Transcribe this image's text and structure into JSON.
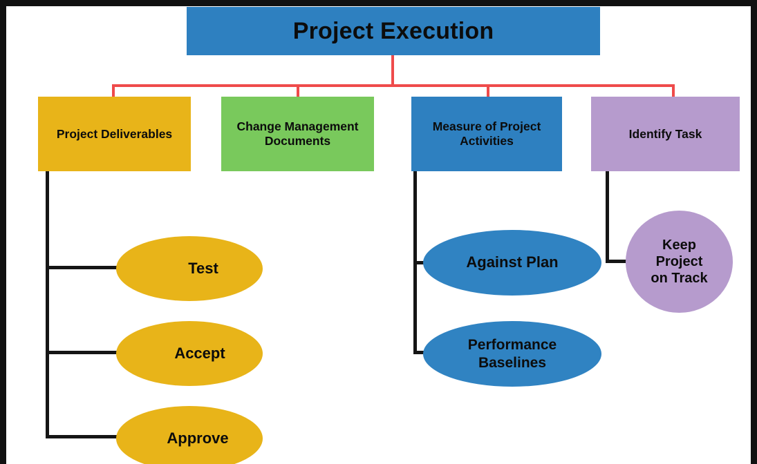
{
  "diagram": {
    "root": {
      "label": "Project Execution",
      "color": "#2e80c0"
    },
    "branches": [
      {
        "label": "Project Deliverables",
        "color": "#e8b419",
        "connector_color": "#ef4b4b",
        "children": [
          {
            "label": "Test",
            "shape": "ellipse",
            "color": "#e8b419"
          },
          {
            "label": "Accept",
            "shape": "ellipse",
            "color": "#e8b419"
          },
          {
            "label": "Approve",
            "shape": "ellipse",
            "color": "#e8b419"
          }
        ]
      },
      {
        "label_line1": "Change Management",
        "label_line2": "Documents",
        "color": "#79c95c",
        "connector_color": "#ef4b4b",
        "children": []
      },
      {
        "label_line1": "Measure of Project",
        "label_line2": "Activities",
        "color": "#2e80c0",
        "connector_color": "#ef4b4b",
        "children": [
          {
            "label": "Against Plan",
            "shape": "ellipse",
            "color": "#3083c2"
          },
          {
            "label_line1": "Performance",
            "label_line2": "Baselines",
            "shape": "ellipse",
            "color": "#3083c2"
          }
        ]
      },
      {
        "label": "Identify Task",
        "color": "#b69bcd",
        "connector_color": "#ef4b4b",
        "children": [
          {
            "label_line1": "Keep",
            "label_line2": "Project",
            "label_line3": "on Track",
            "shape": "ellipse",
            "color": "#b69bcd"
          }
        ]
      }
    ],
    "colors": {
      "blue": "#2e80c0",
      "yellow": "#e8b419",
      "green": "#79c95c",
      "purple": "#b69bcd",
      "red_connector": "#ef4b4b",
      "black_connector": "#151515",
      "background": "#ffffff",
      "frame": "#111111"
    }
  }
}
